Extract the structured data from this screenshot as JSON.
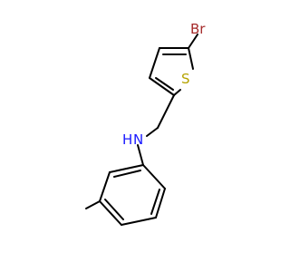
{
  "molecule": {
    "atoms": {
      "bromine": {
        "label": "Br",
        "color": "#a52a2a"
      },
      "sulfur": {
        "label": "S",
        "color": "#b5a300"
      },
      "nitrogen": {
        "label": "N",
        "color": "#1a1aff"
      },
      "nitrogen_hydrogen": {
        "label": "H",
        "color": "#1a1aff"
      }
    },
    "bond_color": "#000000"
  }
}
